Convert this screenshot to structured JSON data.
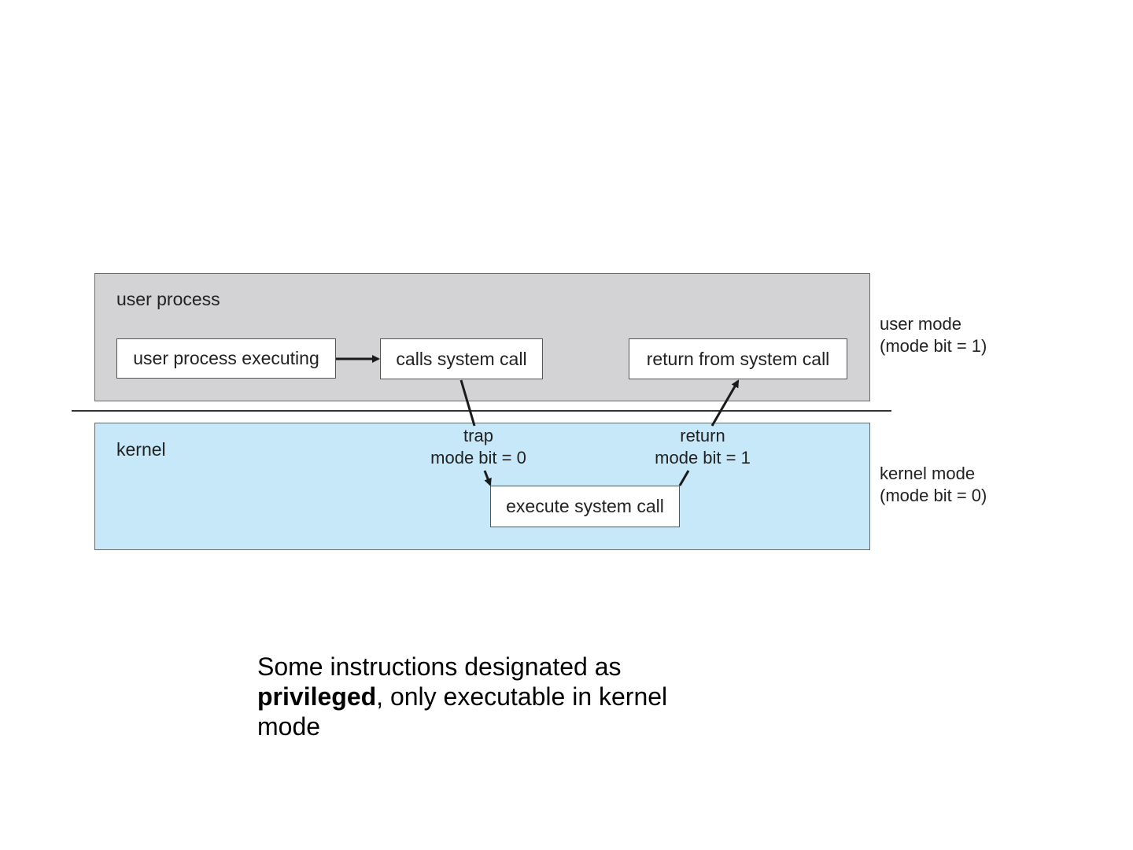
{
  "diagram": {
    "user_region": {
      "label": "user process"
    },
    "kernel_region": {
      "label": "kernel"
    },
    "boxes": {
      "user_process_executing": "user process executing",
      "calls_system_call": "calls system call",
      "return_from_system_call": "return from system call",
      "execute_system_call": "execute system call"
    },
    "arrows": {
      "trap": {
        "line1": "trap",
        "line2": "mode bit = 0"
      },
      "return": {
        "line1": "return",
        "line2": "mode bit = 1"
      }
    },
    "side_labels": {
      "user_mode": {
        "line1": "user mode",
        "line2": "(mode bit = 1)"
      },
      "kernel_mode": {
        "line1": "kernel mode",
        "line2": "(mode bit = 0)"
      }
    },
    "colors": {
      "user_region": "#d3d3d5",
      "kernel_region": "#c6e8f9"
    }
  },
  "caption": {
    "part1": "Some instructions designated as ",
    "bold": "privileged",
    "part2": ", only executable in kernel mode"
  }
}
